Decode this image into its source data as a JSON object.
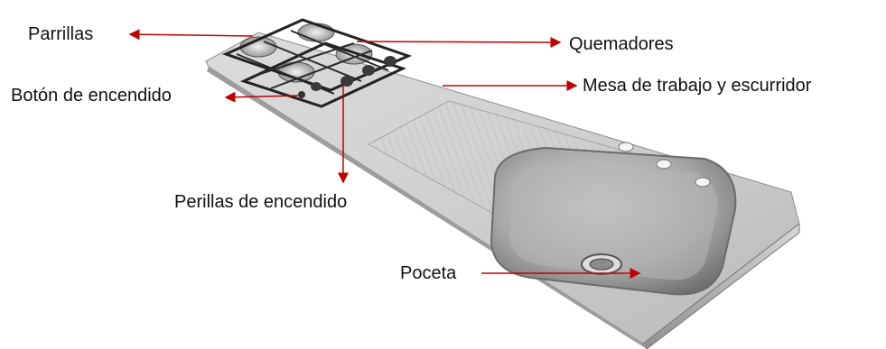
{
  "labels": {
    "parrillas": "Parrillas",
    "quemadores": "Quemadores",
    "boton_encendido": "Botón de encendido",
    "mesa_trabajo": "Mesa de trabajo y escurridor",
    "perillas_encendido": "Perillas de encendido",
    "poceta": "Poceta"
  },
  "colors": {
    "arrow": "#c00000",
    "steel_light": "#e4e4e4",
    "steel_mid": "#c6c6c6",
    "steel_dark": "#8a8a8a",
    "text": "#111111"
  }
}
